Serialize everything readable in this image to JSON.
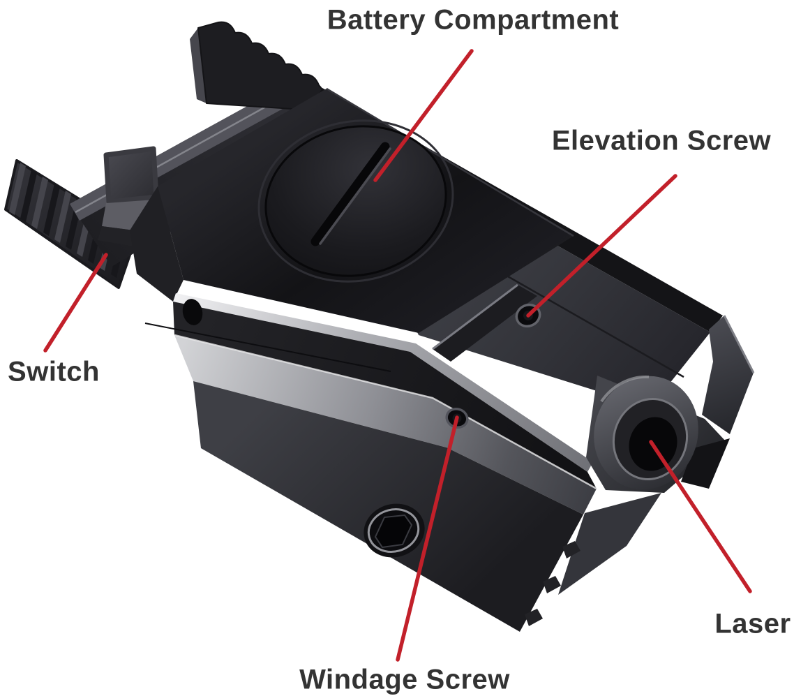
{
  "diagram": {
    "type": "annotated-product-diagram",
    "subject": "pistol rail laser sight",
    "labels": [
      {
        "id": "battery",
        "text": "Battery Compartment"
      },
      {
        "id": "elevation",
        "text": "Elevation Screw"
      },
      {
        "id": "switch",
        "text": "Switch"
      },
      {
        "id": "windage",
        "text": "Windage Screw"
      },
      {
        "id": "laser",
        "text": "Laser"
      }
    ]
  },
  "colors": {
    "annotation": "#c2202a",
    "label": "#333333",
    "background": "#ffffff",
    "device_dark": "#17171a",
    "device_mid": "#3c3d43",
    "device_highlight": "#d0d1d4"
  }
}
